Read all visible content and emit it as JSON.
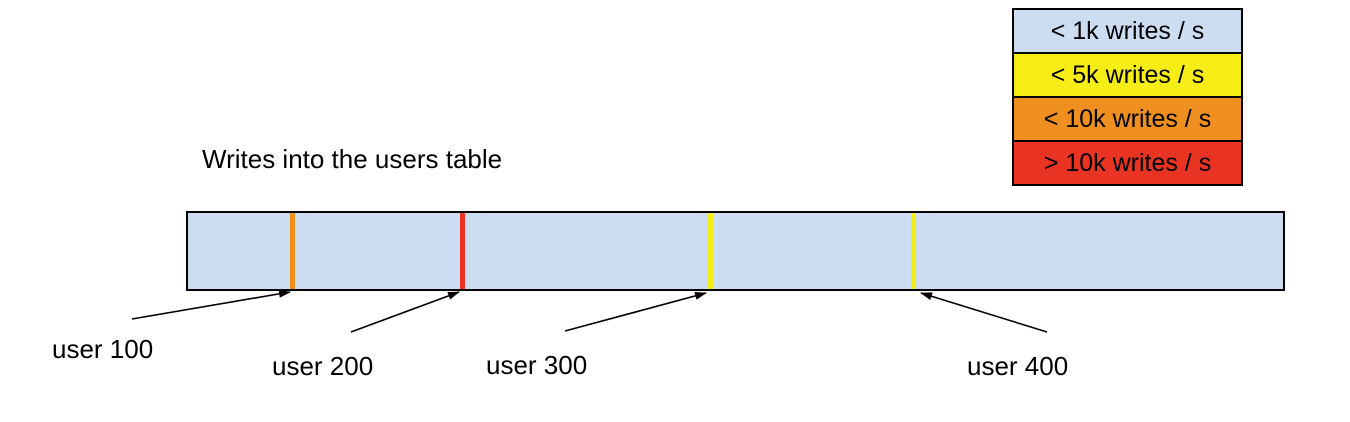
{
  "title": "Writes into the users table",
  "legend": {
    "items": [
      {
        "label": "< 1k writes / s",
        "color": "#cdddf1"
      },
      {
        "label": "< 5k writes / s",
        "color": "#f6ec16"
      },
      {
        "label": "< 10k writes / s",
        "color": "#ee8f20"
      },
      {
        "label": "> 10k writes / s",
        "color": "#e93423"
      }
    ]
  },
  "bar": {
    "fill": "#cdddf1",
    "outline": "#000000",
    "stripes": [
      {
        "user": "user 100",
        "color": "#ee8f20",
        "rate": "< 10k writes / s"
      },
      {
        "user": "user 200",
        "color": "#e93423",
        "rate": "> 10k writes / s"
      },
      {
        "user": "user 300",
        "color": "#f6ec16",
        "rate": "< 5k writes / s"
      },
      {
        "user": "user 400",
        "color": "#f6ec16",
        "rate": "< 5k writes / s"
      }
    ]
  }
}
